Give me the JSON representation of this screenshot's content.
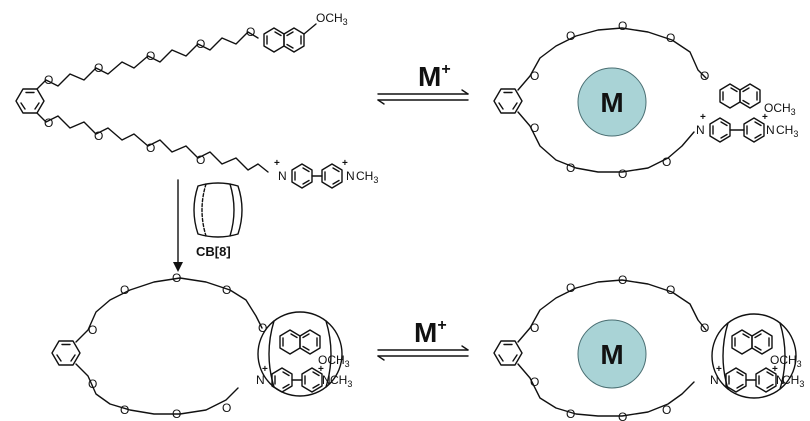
{
  "scheme": {
    "metal_ion": {
      "symbol": "M",
      "charge": "+"
    },
    "metal_center": "M",
    "host": "CB[8]",
    "colors": {
      "metal_fill": "#a9d3d6",
      "metal_stroke": "#4a6e72",
      "bond": "#111111",
      "background": "#ffffff"
    },
    "atoms": {
      "oxygen": "O",
      "nitrogen": "N",
      "methoxy": "OCH",
      "methoxy_sub": "3",
      "methyl": "CH",
      "methyl_sub": "3",
      "plus": "+"
    }
  }
}
